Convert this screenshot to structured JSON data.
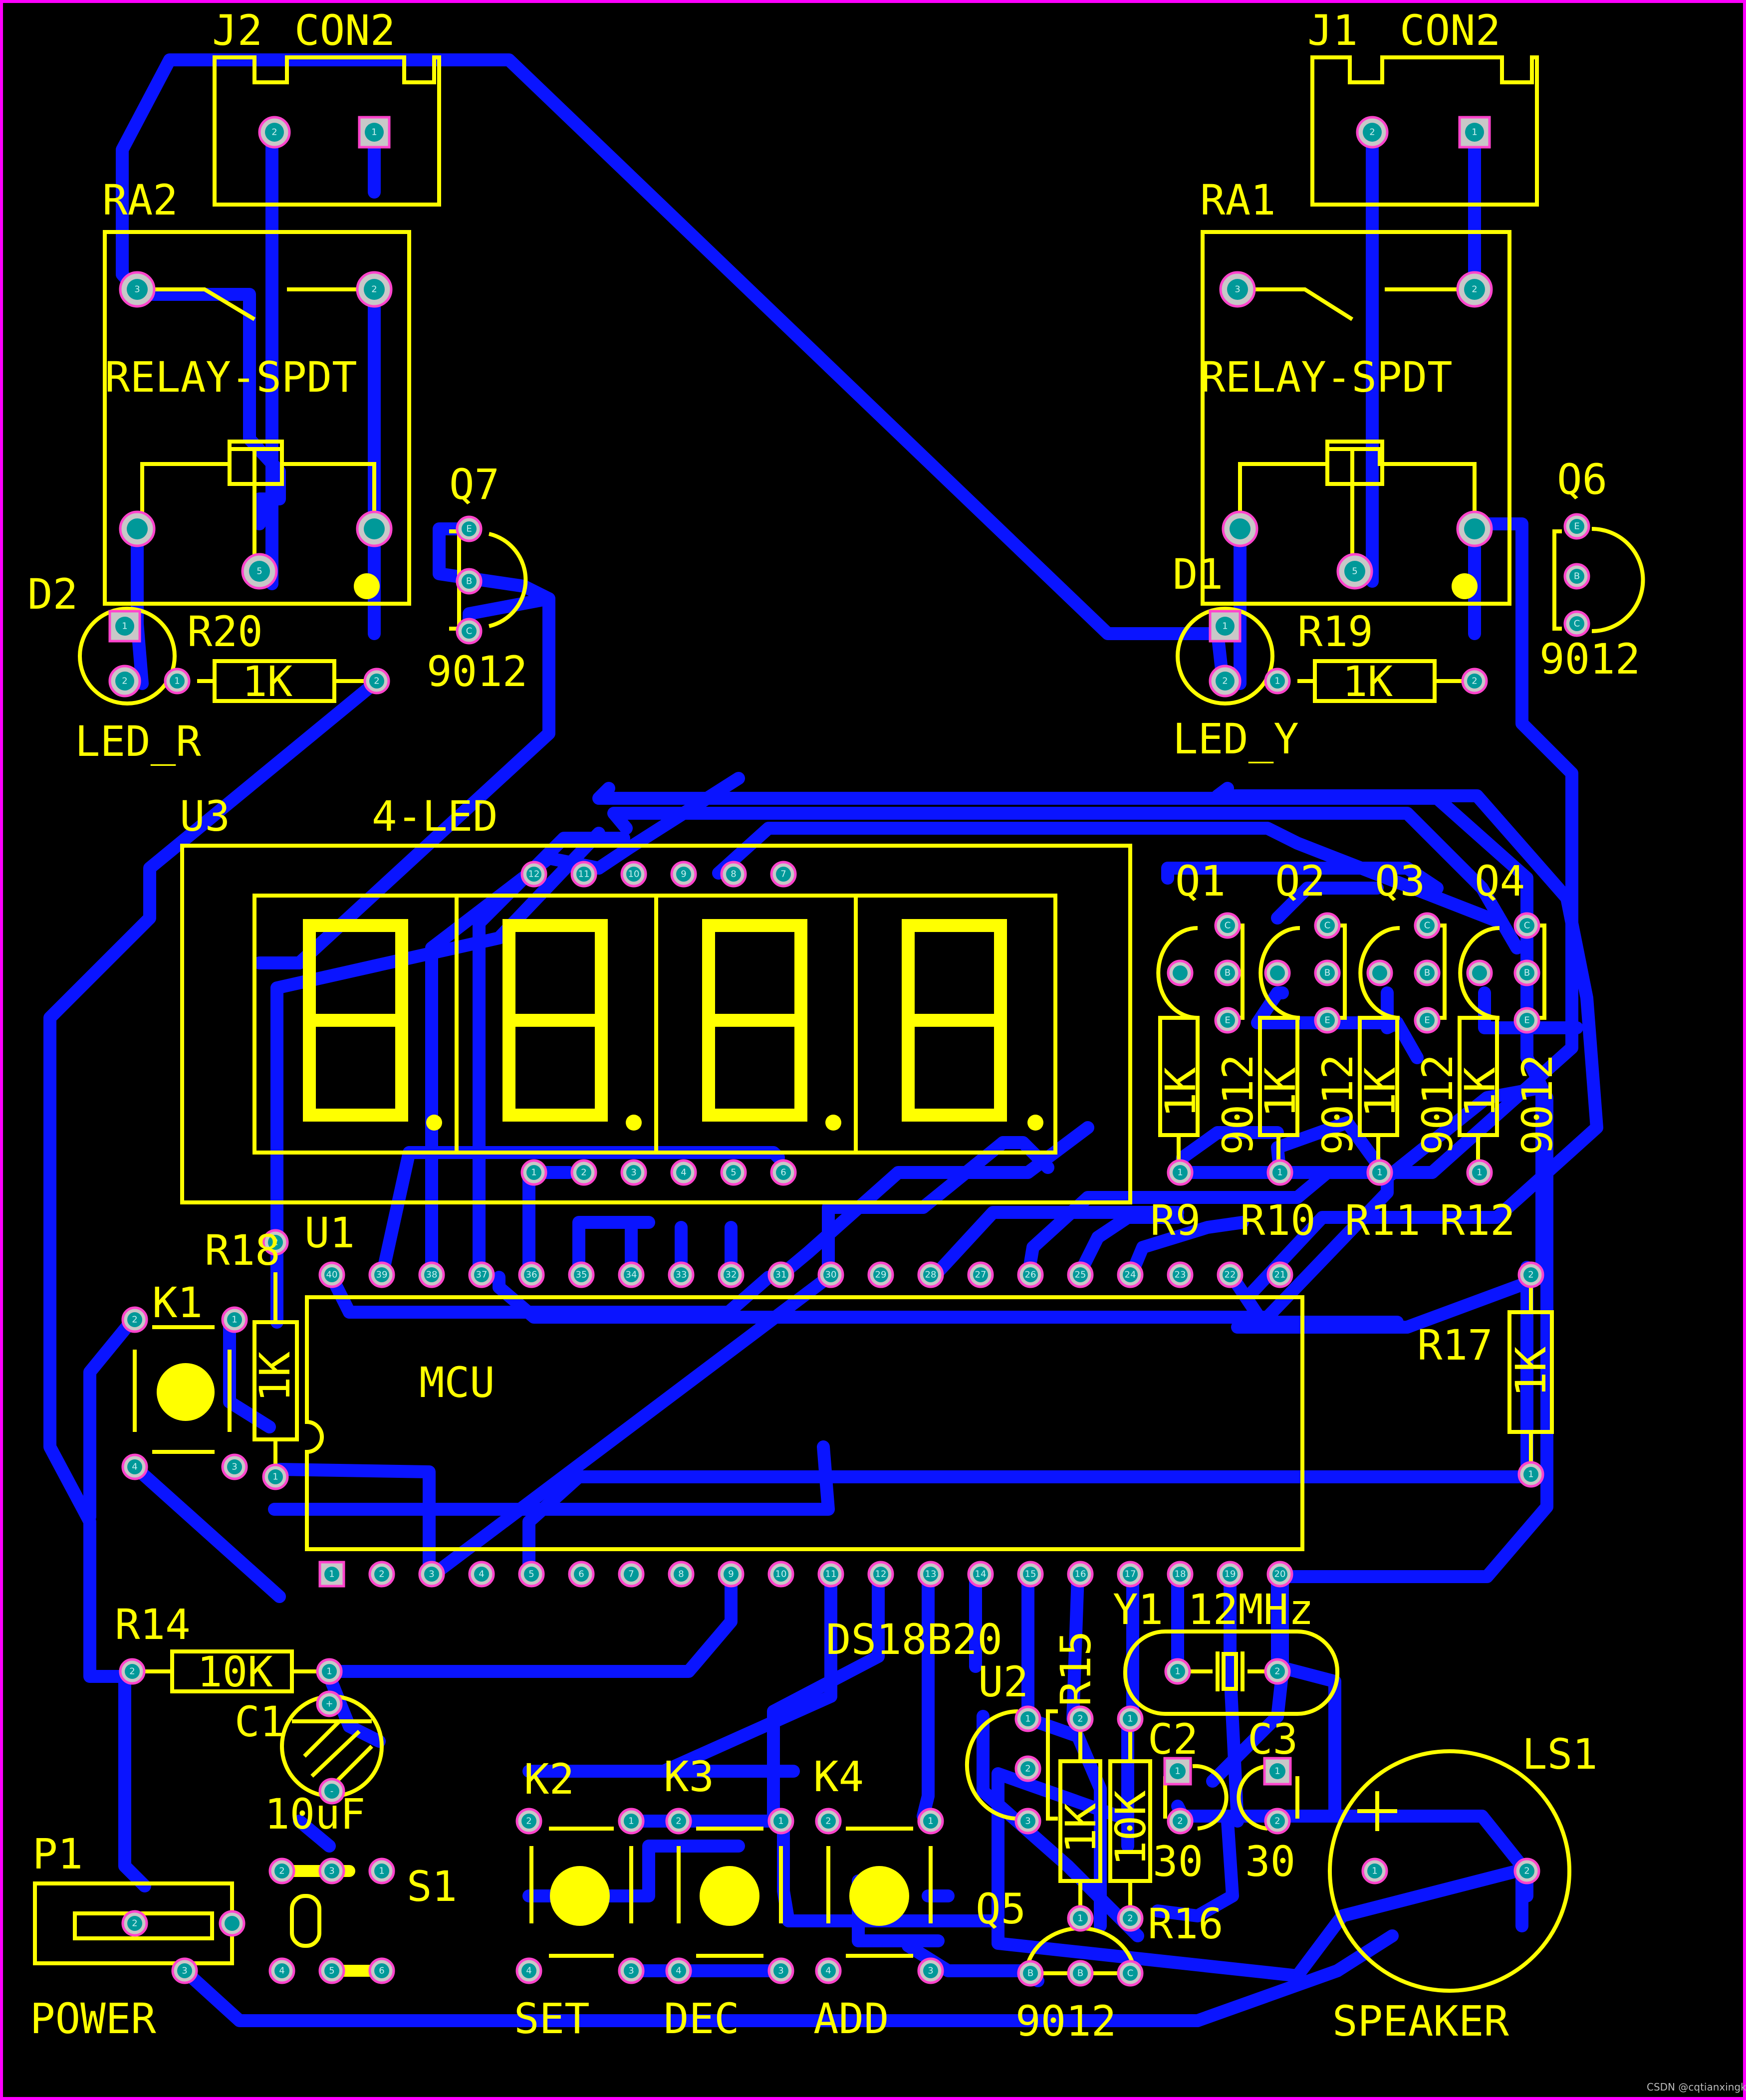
{
  "colors": {
    "background": "#000000",
    "copper_trace": "#0a14ff",
    "silkscreen": "#ffff00",
    "border": "#ff00ff"
  },
  "labels": {
    "j2": "J2",
    "j2_type": "CON2",
    "j1": "J1",
    "j1_type": "CON2",
    "ra2": "RA2",
    "ra1": "RA1",
    "relay2_type": "RELAY-SPDT",
    "relay1_type": "RELAY-SPDT",
    "q7": "Q7",
    "q6": "Q6",
    "q7_val": "9012",
    "q6_val": "9012",
    "d2": "D2",
    "d1": "D1",
    "r20": "R20",
    "r19": "R19",
    "r20_val": "1K",
    "r19_val": "1K",
    "led_r": "LED_R",
    "led_y": "LED_Y",
    "u3": "U3",
    "u3_type": "4-LED",
    "q1": "Q1",
    "q2": "Q2",
    "q3": "Q3",
    "q4": "Q4",
    "r9_val": "1K",
    "r10_val": "1K",
    "r11_val": "1K",
    "r12_val": "1K",
    "q1_val": "9012",
    "q2_val": "9012",
    "q3_val": "9012",
    "q4_val": "9012",
    "r9": "R9",
    "r10": "R10",
    "r11": "R11",
    "r12": "R12",
    "r18": "R18",
    "u1": "U1",
    "k1": "K1",
    "r18_val": "1K",
    "mcu": "MCU",
    "r17": "R17",
    "r17_val": "1K",
    "r14": "R14",
    "r14_val": "10K",
    "c1": "C1",
    "c1_val": "10uF",
    "ds18b20": "DS18B20",
    "y1": "Y1",
    "y1_val": "12MHz",
    "u2": "U2",
    "r15": "R15",
    "c2": "C2",
    "c3": "C3",
    "c2_val": "30",
    "c3_val": "30",
    "ls1": "LS1",
    "k2": "K2",
    "k3": "K3",
    "k4": "K4",
    "r16": "R16",
    "r15_val": "1K",
    "r16_val": "10K",
    "p1": "P1",
    "s1": "S1",
    "q5": "Q5",
    "q5_val": "9012",
    "power": "POWER",
    "set": "SET",
    "dec": "DEC",
    "add": "ADD",
    "speaker": "SPEAKER"
  },
  "credit": "CSDN @cqtianxingkeji"
}
